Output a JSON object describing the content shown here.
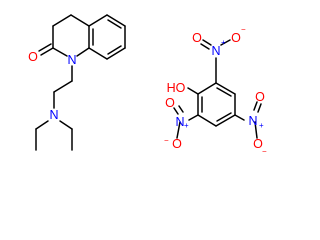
{
  "structures": [
    {
      "id": "dihydroquinolinone",
      "atom_labels": {
        "carbonyl_oxygen": "O",
        "ring_nitrogen": "N",
        "amine_nitrogen": "N"
      }
    },
    {
      "id": "picric_acid",
      "atom_labels": {
        "hydroxyl": "HO",
        "nitro_top_n": "N",
        "nitro_top_plus": "+",
        "nitro_top_o_left": "O",
        "nitro_top_o_right": "O",
        "nitro_top_minus": "−",
        "nitro_left_n": "N",
        "nitro_left_plus": "+",
        "nitro_left_o_up": "O",
        "nitro_left_o_down": "O",
        "nitro_left_minus": "−",
        "nitro_right_n": "N",
        "nitro_right_plus": "+",
        "nitro_right_o_up": "O",
        "nitro_right_o_down": "O",
        "nitro_right_minus": "−"
      }
    }
  ],
  "colors": {
    "bond": "#000000",
    "oxygen": "#ff0000",
    "nitrogen": "#0000ff",
    "carbon_text": "#000000",
    "background": "#ffffff"
  }
}
